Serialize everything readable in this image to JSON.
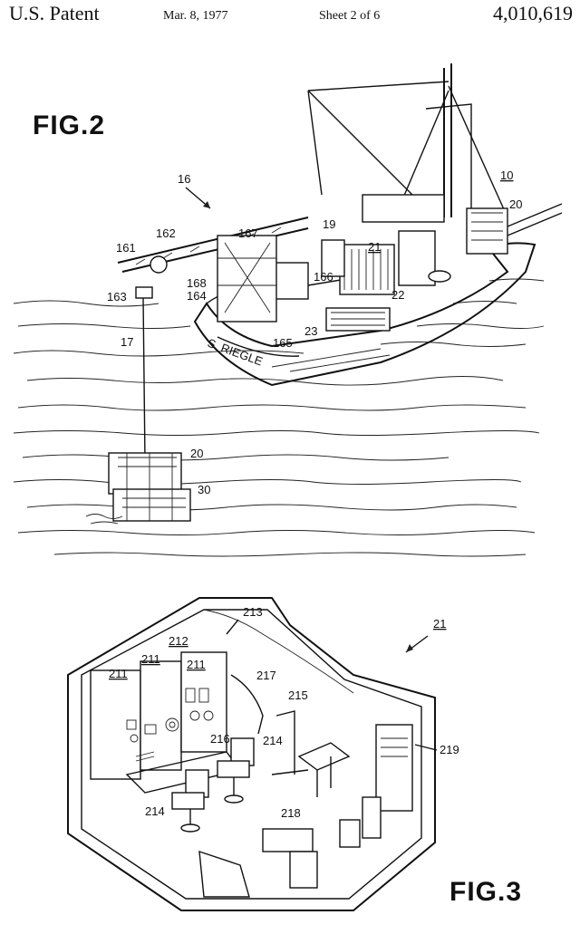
{
  "header": {
    "left": "U.S. Patent",
    "date": "Mar. 8, 1977",
    "sheet": "Sheet 2 of 6",
    "number": "4,010,619"
  },
  "figures": [
    {
      "label": "FIG.2",
      "refs": [
        "16",
        "10",
        "20",
        "161",
        "162",
        "167",
        "19",
        "21",
        "163",
        "168",
        "164",
        "166",
        "22",
        "17",
        "23",
        "165",
        "20",
        "30"
      ],
      "hull_text": "S. RIEGLE"
    },
    {
      "label": "FIG.3",
      "refs": [
        "213",
        "21",
        "212",
        "211",
        "211",
        "211",
        "217",
        "215",
        "216",
        "214",
        "219",
        "214",
        "218"
      ]
    }
  ]
}
